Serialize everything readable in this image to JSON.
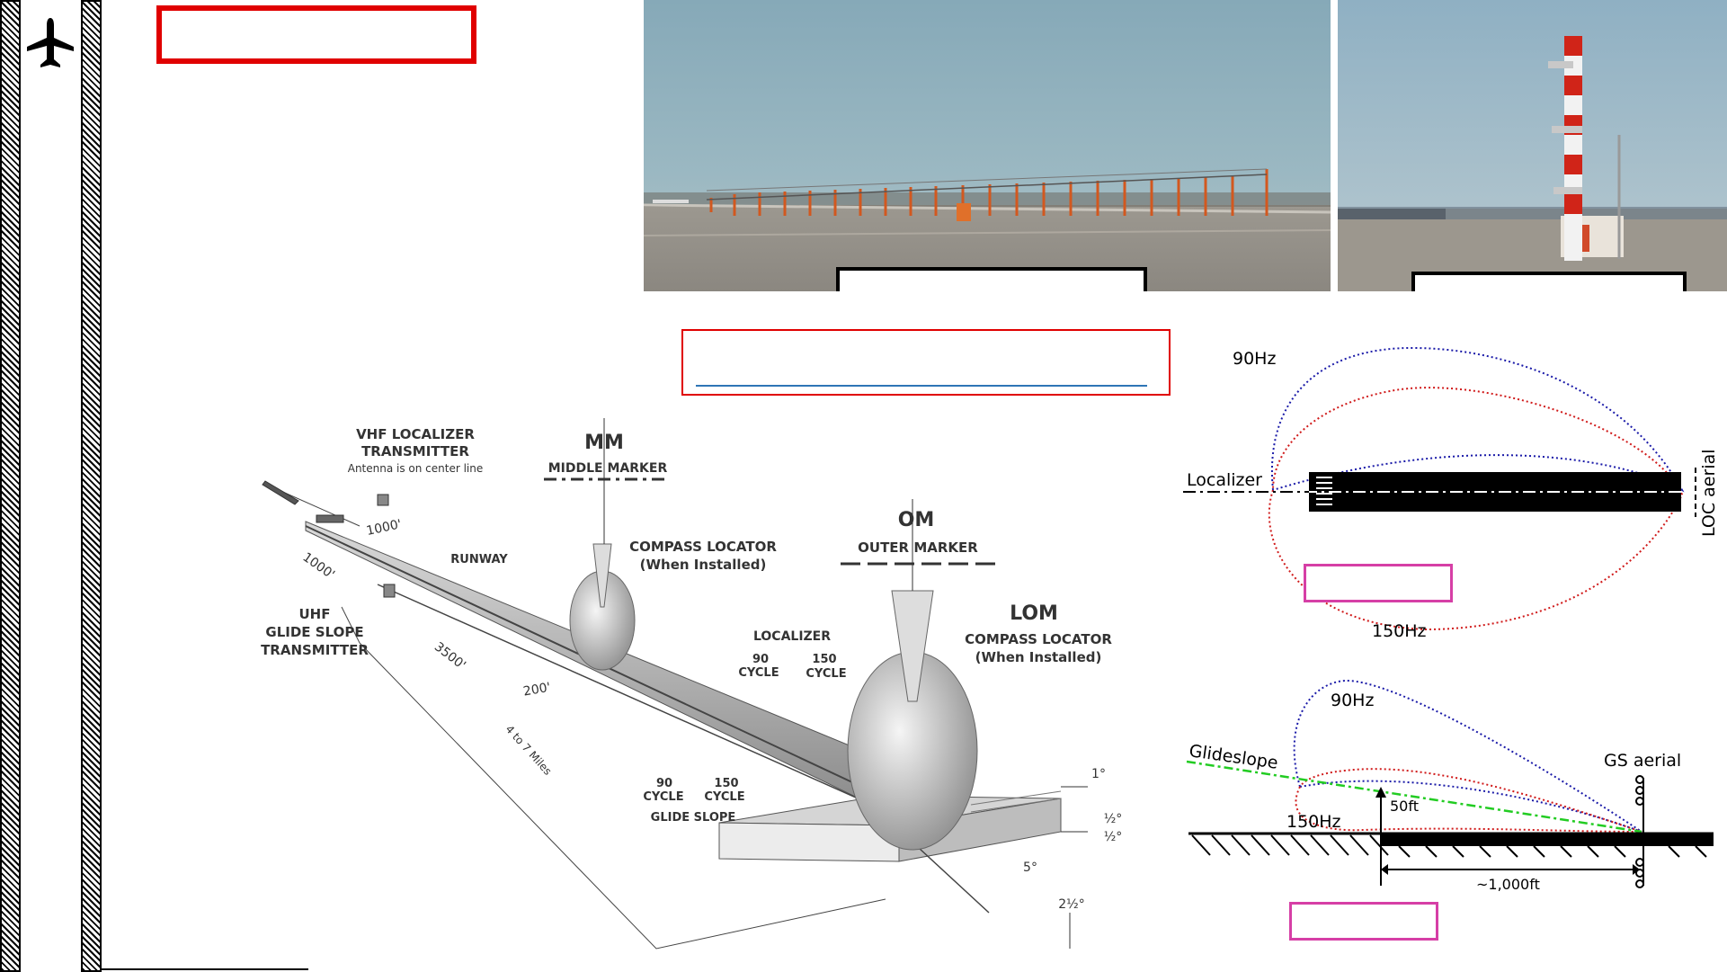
{
  "sidebar": {
    "logo_icon": "airplane-icon"
  },
  "title_box": {
    "text": "",
    "border_color": "#e00000"
  },
  "photos": {
    "localizer_array": {
      "caption": ""
    },
    "glideslope_tower": {
      "caption": ""
    }
  },
  "center_box": {
    "text": "",
    "border_color": "#e00000",
    "underline_color": "#2e75b6"
  },
  "ils_diagram": {
    "vhf_localizer": [
      "VHF LOCALIZER",
      "TRANSMITTER",
      "Antenna is on center line"
    ],
    "mm_abbr": "MM",
    "mm_label": "MIDDLE MARKER",
    "compass_locator_1": [
      "COMPASS LOCATOR",
      "(When Installed)"
    ],
    "om_abbr": "OM",
    "om_label": "OUTER MARKER",
    "lom": [
      "LOM",
      "COMPASS LOCATOR",
      "(When Installed)"
    ],
    "runway": "RUNWAY",
    "uhf_glide": [
      "UHF",
      "GLIDE SLOPE",
      "TRANSMITTER"
    ],
    "localizer": "LOCALIZER",
    "loc_90": [
      "90",
      "CYCLE"
    ],
    "loc_150": [
      "150",
      "CYCLE"
    ],
    "gs_90": [
      "90",
      "CYCLE"
    ],
    "gs_150": [
      "150",
      "CYCLE"
    ],
    "glide_slope": "GLIDE SLOPE",
    "dim_1000a": "1000'",
    "dim_1000b": "1000'",
    "dim_3500": "3500'",
    "dim_200": "200'",
    "dim_4to7": "4 to 7 Miles",
    "dim_1deg": "1°",
    "dim_half1": "½°",
    "dim_half2": "½°",
    "dim_5deg": "5°",
    "dim_2half": "2½°"
  },
  "loc_pattern": {
    "hz90": "90Hz",
    "hz150": "150Hz",
    "localizer": "Localizer",
    "aerial": "LOC aerial",
    "label_box": "",
    "lobe90_color": "#1a1aa8",
    "lobe150_color": "#d01a1a",
    "box_color": "#d63fa6"
  },
  "gs_pattern": {
    "hz90": "90Hz",
    "hz150": "150Hz",
    "glideslope": "Glideslope",
    "aerial": "GS aerial",
    "height": "50ft",
    "distance": "~1,000ft",
    "label_box": "",
    "path_color": "#22cc22",
    "box_color": "#d63fa6"
  }
}
